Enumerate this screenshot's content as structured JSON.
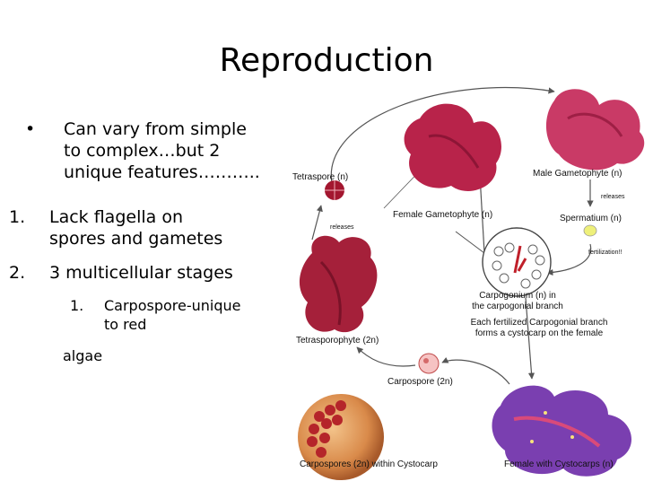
{
  "slide": {
    "title": "Reproduction",
    "bullets": [
      {
        "marker": "•",
        "lines": [
          "Can vary from simple",
          "to complex…but 2",
          "unique features……….."
        ]
      },
      {
        "marker": "1.",
        "lines": [
          "Lack flagella on",
          "spores and gametes"
        ]
      },
      {
        "marker": "2.",
        "lines": [
          "3 multicellular stages"
        ]
      }
    ],
    "subitems": [
      {
        "marker": "1.",
        "lines": [
          "Carpospore-unique",
          "to red"
        ]
      }
    ],
    "trailing": "algae"
  },
  "diagram": {
    "labels": {
      "male_gametophyte": "Male Gametophyte (n)",
      "releases_right": "releases",
      "spermatium": "Spermatium (n)",
      "fertilization": "fertilization!!",
      "tetraspore": "Tetraspore (n)",
      "releases_left": "releases",
      "female_gametophyte": "Female Gametophyte (n)",
      "carpogonium_1": "Carpogonium (n) in",
      "carpogonium_2": "the carpogonial branch",
      "each_fertilized_1": "Each fertilized Carpogonial branch",
      "each_fertilized_2": "forms a cystocarp on the female",
      "tetrasporophyte": "Tetrasporophyte (2n)",
      "carpospore": "Carpospore (2n)",
      "carpospores_within": "Carpospores (2n) within Cystocarp",
      "female_cystocarps": "Female with Cystocarps (n)"
    },
    "colors": {
      "algae_red": "#b8234a",
      "algae_pink": "#d9456e",
      "cystocarp_purple": "#7a3fb0",
      "spermatium": "#eef07a",
      "arrow": "#555555"
    }
  }
}
